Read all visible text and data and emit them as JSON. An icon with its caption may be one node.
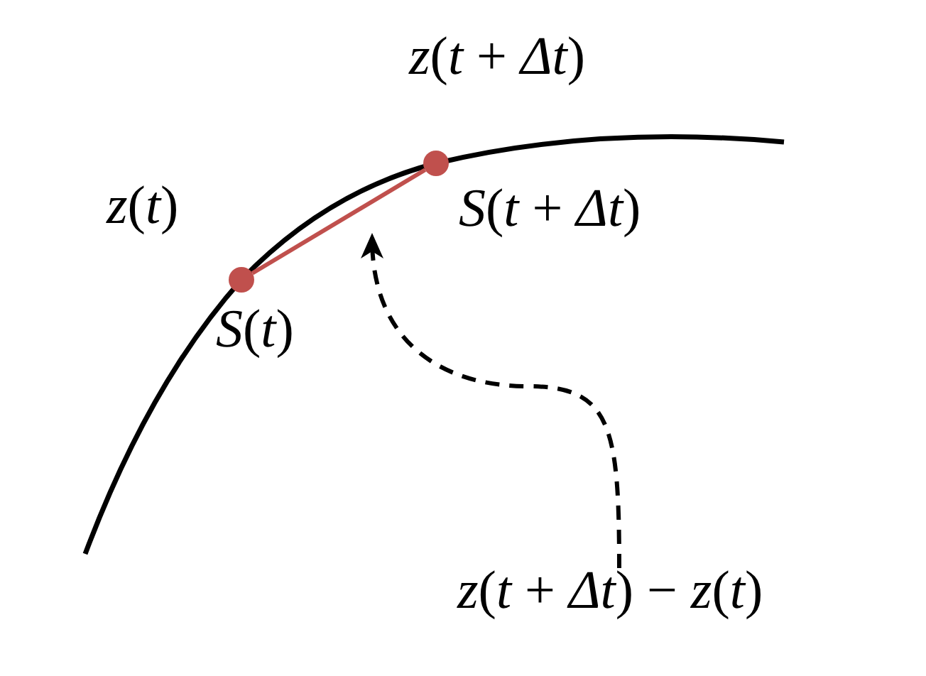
{
  "diagram": {
    "nodes": [
      {
        "text": [],
        "shape": "circle",
        "beside": [
          "*S*(*t*)"
        ]
      },
      {
        "text": [],
        "shape": "circle",
        "beside": [
          "*S*(*t* + *Δt*)"
        ]
      },
      {
        "text": [
          "*z*(*t* + *Δt*) − *z*(*t*)"
        ]
      }
    ],
    "edges": [
      {
        "from": 0,
        "to": 1,
        "arrow": "none",
        "color": "#c0504d"
      },
      {
        "from": 2,
        "to": null,
        "arrow": "to",
        "style": "dashed",
        "color": "#000000"
      }
    ],
    "labels": [
      "*z*(*t*)",
      "*z*(*t* + *Δt*)"
    ]
  }
}
